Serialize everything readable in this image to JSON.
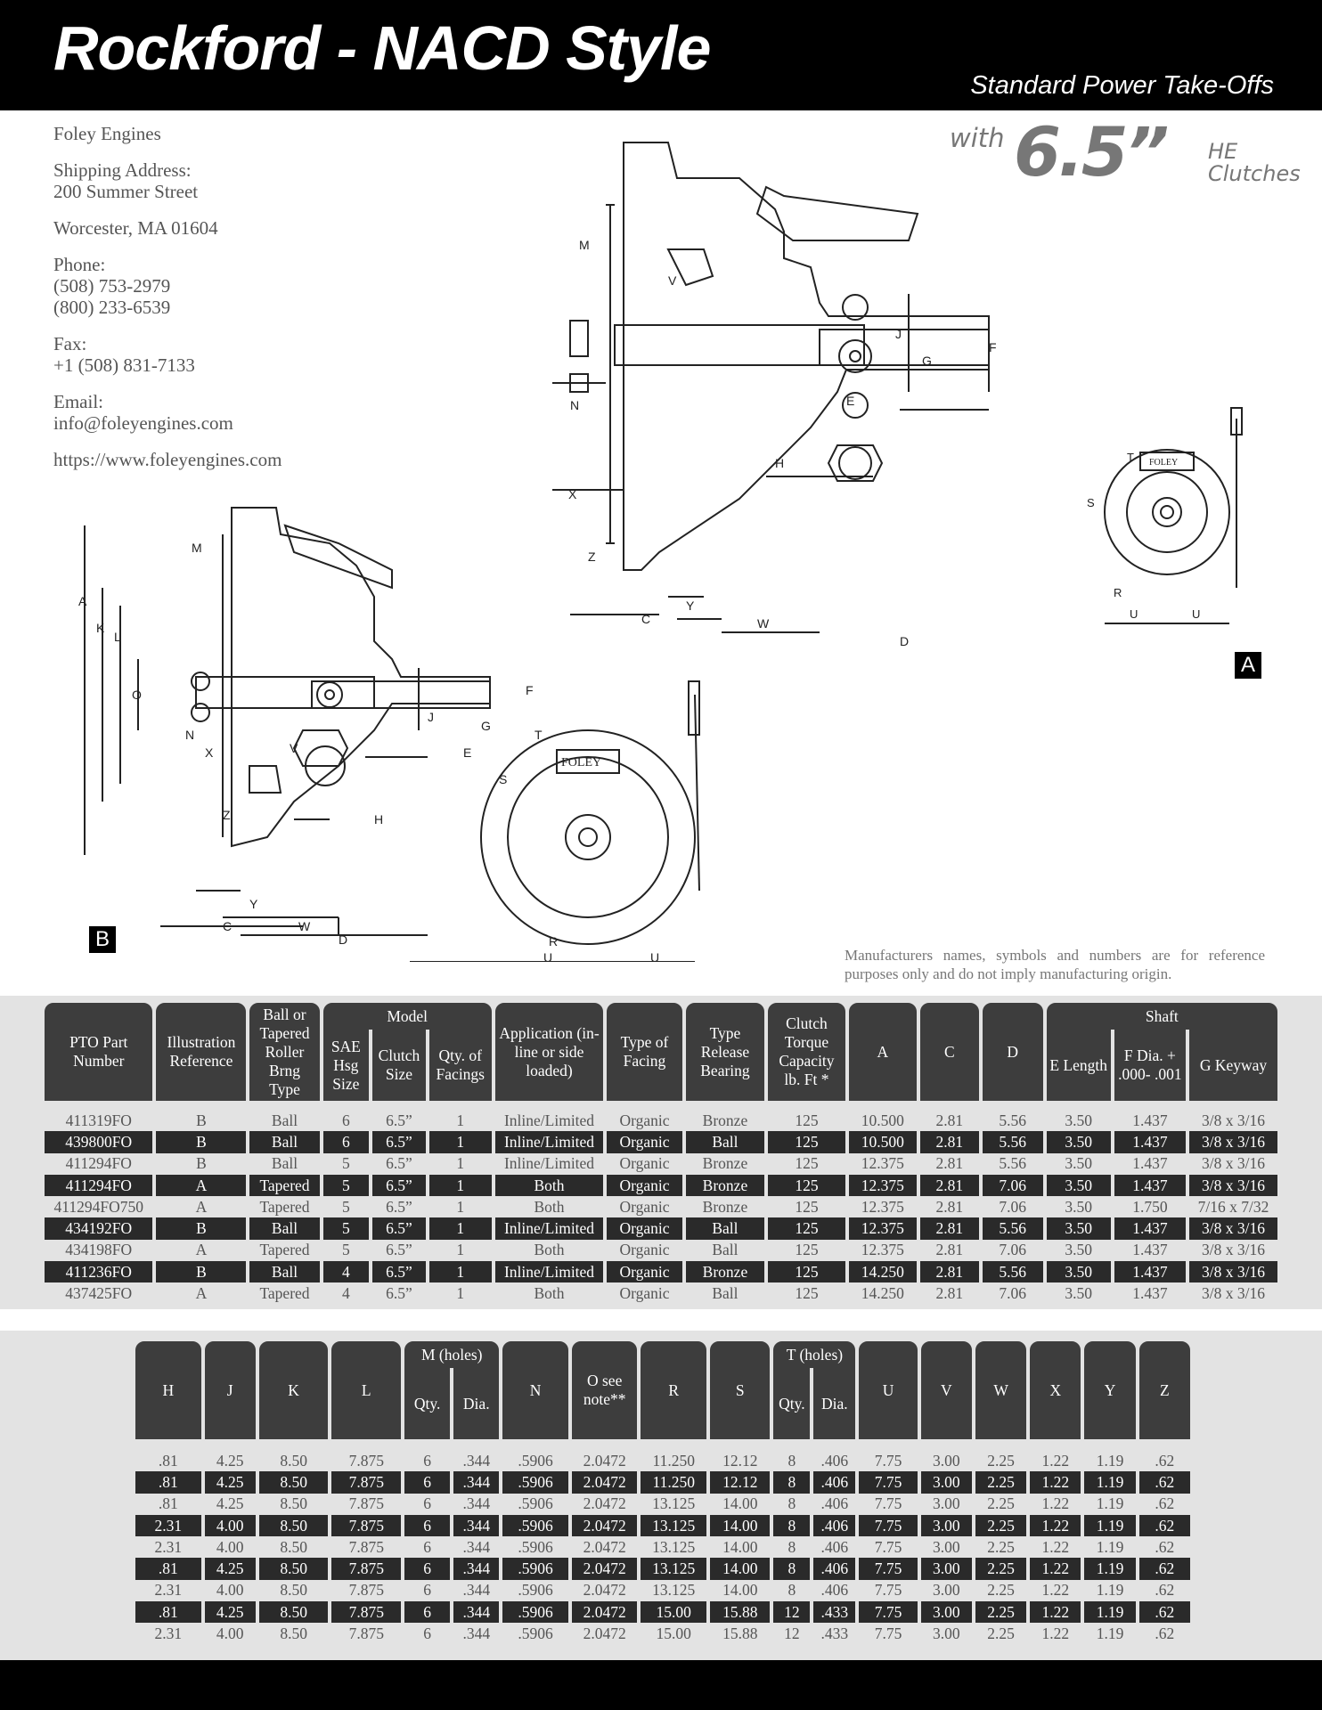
{
  "header": {
    "title": "Rockford - NACD Style",
    "subtitle": "Standard Power Take-Offs"
  },
  "badge": {
    "with": "with",
    "size": "6.5”",
    "he": "HE",
    "clutches": "Clutches"
  },
  "contact": {
    "company": "Foley Engines",
    "shipping_label": "Shipping Address:",
    "street": "200 Summer Street",
    "city": "Worcester, MA 01604",
    "phone_label": "Phone:",
    "phone1": "(508) 753-2979",
    "phone2": "(800) 233-6539",
    "fax_label": "Fax:",
    "fax": "+1 (508) 831-7133",
    "email_label": "Email:",
    "email": "info@foleyengines.com",
    "website": "https://www.foleyengines.com"
  },
  "drawings": {
    "a_label": "A",
    "b_label": "B",
    "brand": "FOLEY"
  },
  "disclaimer": "Manufacturers names, symbols and numbers are for reference purposes only and do not imply manufacturing origin.",
  "table1": {
    "headers": {
      "part": "PTO Part Number",
      "illus": "Illustration Reference",
      "bearing": "Ball or Tapered Roller Brng Type",
      "model": "Model",
      "sae": "SAE Hsg Size",
      "clutch": "Clutch Size",
      "qty": "Qty. of Facings",
      "app": "Application (in-line or side loaded)",
      "facing": "Type of Facing",
      "release": "Type Release Bearing",
      "torque": "Clutch Torque Capacity lb. Ft *",
      "a": "A",
      "c": "C",
      "d": "D",
      "shaft": "Shaft",
      "e": "E Length",
      "f": "F Dia. + .000- .001",
      "g": "G Keyway"
    },
    "rows": [
      [
        "411319FO",
        "B",
        "Ball",
        "6",
        "6.5”",
        "1",
        "Inline/Limited",
        "Organic",
        "Bronze",
        "125",
        "10.500",
        "2.81",
        "5.56",
        "3.50",
        "1.437",
        "3/8 x 3/16"
      ],
      [
        "439800FO",
        "B",
        "Ball",
        "6",
        "6.5”",
        "1",
        "Inline/Limited",
        "Organic",
        "Ball",
        "125",
        "10.500",
        "2.81",
        "5.56",
        "3.50",
        "1.437",
        "3/8 x 3/16"
      ],
      [
        "411294FO",
        "B",
        "Ball",
        "5",
        "6.5”",
        "1",
        "Inline/Limited",
        "Organic",
        "Bronze",
        "125",
        "12.375",
        "2.81",
        "5.56",
        "3.50",
        "1.437",
        "3/8 x 3/16"
      ],
      [
        "411294FO",
        "A",
        "Tapered",
        "5",
        "6.5”",
        "1",
        "Both",
        "Organic",
        "Bronze",
        "125",
        "12.375",
        "2.81",
        "7.06",
        "3.50",
        "1.437",
        "3/8 x 3/16"
      ],
      [
        "411294FO750",
        "A",
        "Tapered",
        "5",
        "6.5”",
        "1",
        "Both",
        "Organic",
        "Bronze",
        "125",
        "12.375",
        "2.81",
        "7.06",
        "3.50",
        "1.750",
        "7/16 x 7/32"
      ],
      [
        "434192FO",
        "B",
        "Ball",
        "5",
        "6.5”",
        "1",
        "Inline/Limited",
        "Organic",
        "Ball",
        "125",
        "12.375",
        "2.81",
        "5.56",
        "3.50",
        "1.437",
        "3/8 x 3/16"
      ],
      [
        "434198FO",
        "A",
        "Tapered",
        "5",
        "6.5”",
        "1",
        "Both",
        "Organic",
        "Ball",
        "125",
        "12.375",
        "2.81",
        "7.06",
        "3.50",
        "1.437",
        "3/8 x 3/16"
      ],
      [
        "411236FO",
        "B",
        "Ball",
        "4",
        "6.5”",
        "1",
        "Inline/Limited",
        "Organic",
        "Bronze",
        "125",
        "14.250",
        "2.81",
        "5.56",
        "3.50",
        "1.437",
        "3/8 x 3/16"
      ],
      [
        "437425FO",
        "A",
        "Tapered",
        "4",
        "6.5”",
        "1",
        "Both",
        "Organic",
        "Ball",
        "125",
        "14.250",
        "2.81",
        "7.06",
        "3.50",
        "1.437",
        "3/8 x 3/16"
      ]
    ]
  },
  "table2": {
    "headers": {
      "h": "H",
      "j": "J",
      "k": "K",
      "l": "L",
      "m_holes": "M (holes)",
      "m_qty": "Qty.",
      "m_dia": "Dia.",
      "n": "N",
      "o": "O see note**",
      "r": "R",
      "s": "S",
      "t_holes": "T (holes)",
      "t_qty": "Qty.",
      "t_dia": "Dia.",
      "u": "U",
      "v": "V",
      "w": "W",
      "x": "X",
      "y": "Y",
      "z": "Z"
    },
    "rows": [
      [
        ".81",
        "4.25",
        "8.50",
        "7.875",
        "6",
        ".344",
        ".5906",
        "2.0472",
        "11.250",
        "12.12",
        "8",
        ".406",
        "7.75",
        "3.00",
        "2.25",
        "1.22",
        "1.19",
        ".62"
      ],
      [
        ".81",
        "4.25",
        "8.50",
        "7.875",
        "6",
        ".344",
        ".5906",
        "2.0472",
        "11.250",
        "12.12",
        "8",
        ".406",
        "7.75",
        "3.00",
        "2.25",
        "1.22",
        "1.19",
        ".62"
      ],
      [
        ".81",
        "4.25",
        "8.50",
        "7.875",
        "6",
        ".344",
        ".5906",
        "2.0472",
        "13.125",
        "14.00",
        "8",
        ".406",
        "7.75",
        "3.00",
        "2.25",
        "1.22",
        "1.19",
        ".62"
      ],
      [
        "2.31",
        "4.00",
        "8.50",
        "7.875",
        "6",
        ".344",
        ".5906",
        "2.0472",
        "13.125",
        "14.00",
        "8",
        ".406",
        "7.75",
        "3.00",
        "2.25",
        "1.22",
        "1.19",
        ".62"
      ],
      [
        "2.31",
        "4.00",
        "8.50",
        "7.875",
        "6",
        ".344",
        ".5906",
        "2.0472",
        "13.125",
        "14.00",
        "8",
        ".406",
        "7.75",
        "3.00",
        "2.25",
        "1.22",
        "1.19",
        ".62"
      ],
      [
        ".81",
        "4.25",
        "8.50",
        "7.875",
        "6",
        ".344",
        ".5906",
        "2.0472",
        "13.125",
        "14.00",
        "8",
        ".406",
        "7.75",
        "3.00",
        "2.25",
        "1.22",
        "1.19",
        ".62"
      ],
      [
        "2.31",
        "4.00",
        "8.50",
        "7.875",
        "6",
        ".344",
        ".5906",
        "2.0472",
        "13.125",
        "14.00",
        "8",
        ".406",
        "7.75",
        "3.00",
        "2.25",
        "1.22",
        "1.19",
        ".62"
      ],
      [
        ".81",
        "4.25",
        "8.50",
        "7.875",
        "6",
        ".344",
        ".5906",
        "2.0472",
        "15.00",
        "15.88",
        "12",
        ".433",
        "7.75",
        "3.00",
        "2.25",
        "1.22",
        "1.19",
        ".62"
      ],
      [
        "2.31",
        "4.00",
        "8.50",
        "7.875",
        "6",
        ".344",
        ".5906",
        "2.0472",
        "15.00",
        "15.88",
        "12",
        ".433",
        "7.75",
        "3.00",
        "2.25",
        "1.22",
        "1.19",
        ".62"
      ]
    ]
  }
}
